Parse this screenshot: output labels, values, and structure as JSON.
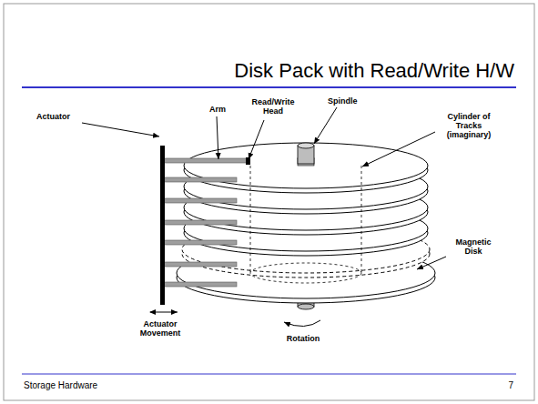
{
  "diagram": {
    "title": "Disk Pack with Read/Write H/W",
    "labels": [
      "Actuator",
      "Arm",
      "Read/Write Head",
      "Spindle",
      "Cylinder of Tracks (imaginary)",
      "Magnetic Disk",
      "Actuator Movement",
      "Rotation",
      "Storage Hardware",
      "7"
    ]
  }
}
